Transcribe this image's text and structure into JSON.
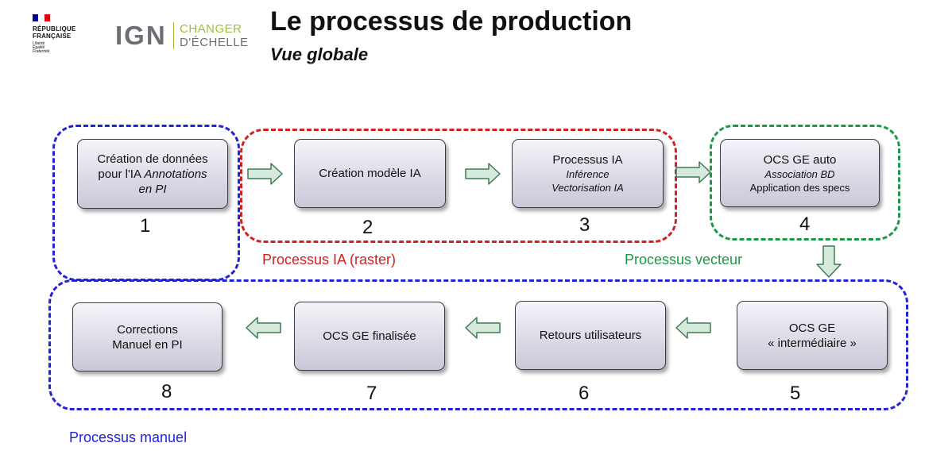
{
  "header": {
    "rf_text_line1": "RÉPUBLIQUE",
    "rf_text_line2": "FRANÇAISE",
    "rf_motto_line1": "Liberté",
    "rf_motto_line2": "Égalité",
    "rf_motto_line3": "Fraternité",
    "ign_logo": "IGN",
    "ign_tag_line1": "CHANGER",
    "ign_tag_line2": "D'ÉCHELLE",
    "title": "Le processus de production",
    "subtitle": "Vue globale"
  },
  "groups": {
    "ia": "Processus IA (raster)",
    "vecteur": "Processus vecteur",
    "manuel": "Processus manuel"
  },
  "steps": {
    "s1": {
      "line1": "Création de données",
      "line2a": "pour l'IA ",
      "line2b": "Annotations",
      "line3": "en PI",
      "num": "1"
    },
    "s2": {
      "line1": "Création modèle IA",
      "num": "2"
    },
    "s3": {
      "line1": "Processus IA",
      "line2": "Inférence",
      "line3": "Vectorisation IA",
      "num": "3"
    },
    "s4": {
      "line1": "OCS GE auto",
      "line2": "Association BD",
      "line3": "Application des specs",
      "num": "4"
    },
    "s5": {
      "line1": "OCS GE",
      "line2": "« intermédiaire »",
      "num": "5"
    },
    "s6": {
      "line1": "Retours utilisateurs",
      "num": "6"
    },
    "s7": {
      "line1": "OCS GE finalisée",
      "num": "7"
    },
    "s8": {
      "line1": "Corrections",
      "line2": "Manuel en PI",
      "num": "8"
    }
  },
  "colors": {
    "manual": "#2222dd",
    "ia": "#d42020",
    "vector": "#1a9a48",
    "arrow_fill": "#d6eadb",
    "arrow_stroke": "#3f7a55"
  }
}
